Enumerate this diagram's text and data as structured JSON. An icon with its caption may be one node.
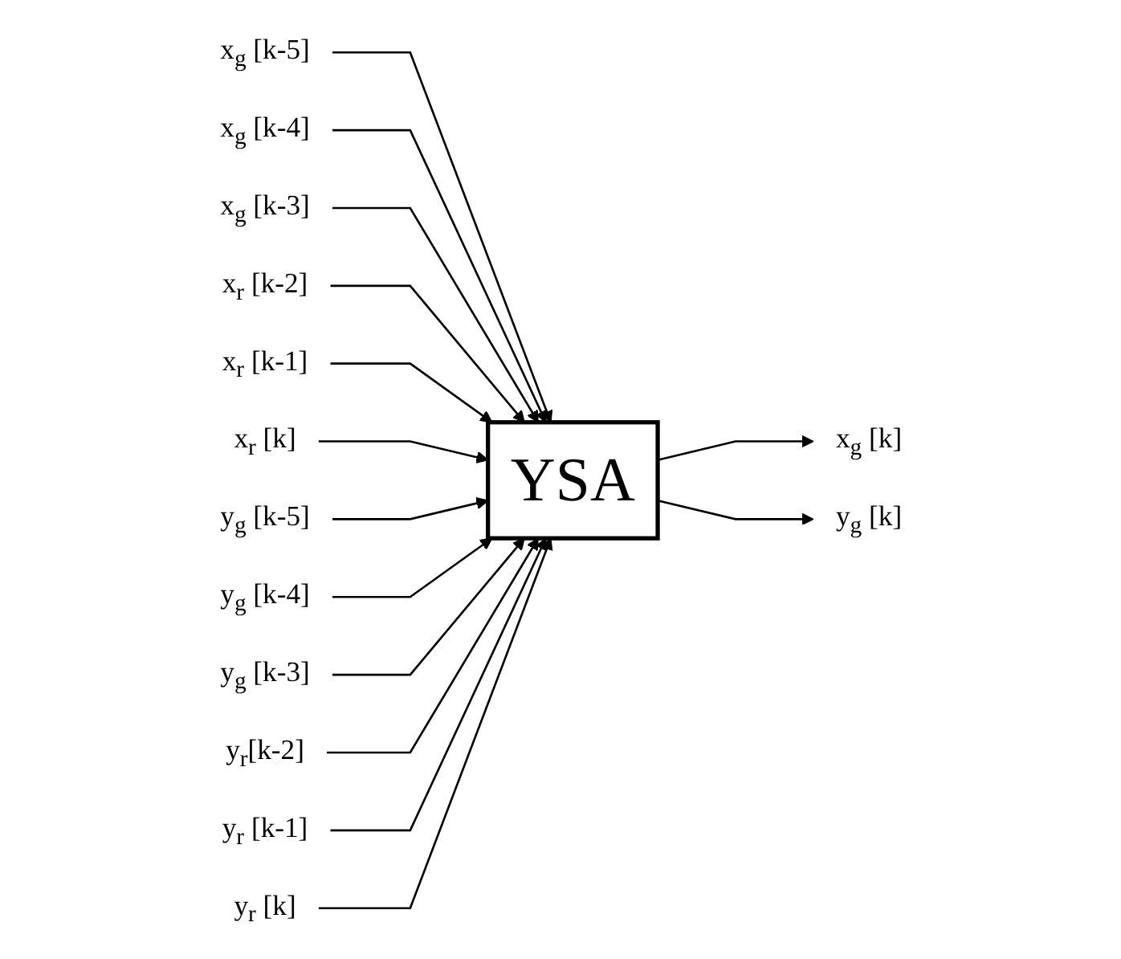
{
  "diagram": {
    "nodes": [
      {
        "text": [
          "x$_{g}$ [k-5]"
        ]
      },
      {
        "text": [
          "x$_{g}$ [k-4]"
        ]
      },
      {
        "text": [
          "x$_{g}$ [k-3]"
        ]
      },
      {
        "text": [
          "x$_{r}$ [k-2]"
        ]
      },
      {
        "text": [
          "x$_{r}$ [k-1]"
        ]
      },
      {
        "text": [
          "x$_{r}$ [k]"
        ]
      },
      {
        "text": [
          "y$_{g}$ [k-5]"
        ]
      },
      {
        "text": [
          "y$_{g}$ [k-4]"
        ]
      },
      {
        "text": [
          "y$_{g}$ [k-3]"
        ]
      },
      {
        "text": [
          "y$_{r}$[k-2]"
        ]
      },
      {
        "text": [
          "y$_{r}$ [k-1]"
        ]
      },
      {
        "text": [
          "y$_{r}$ [k]"
        ]
      },
      {
        "text": [
          "YSA"
        ]
      },
      {
        "text": [
          "x$_{g}$ [k]"
        ]
      },
      {
        "text": [
          "y$_{g}$ [k]"
        ]
      }
    ],
    "edges": [
      {
        "from": 0,
        "to": 12,
        "arrow": "to"
      },
      {
        "from": 1,
        "to": 12,
        "arrow": "to"
      },
      {
        "from": 2,
        "to": 12,
        "arrow": "to"
      },
      {
        "from": 3,
        "to": 12,
        "arrow": "to"
      },
      {
        "from": 4,
        "to": 12,
        "arrow": "to"
      },
      {
        "from": 5,
        "to": 12,
        "arrow": "to"
      },
      {
        "from": 6,
        "to": 12,
        "arrow": "to"
      },
      {
        "from": 7,
        "to": 12,
        "arrow": "to"
      },
      {
        "from": 8,
        "to": 12,
        "arrow": "to"
      },
      {
        "from": 9,
        "to": 12,
        "arrow": "to"
      },
      {
        "from": 10,
        "to": 12,
        "arrow": "to"
      },
      {
        "from": 11,
        "to": 12,
        "arrow": "to"
      },
      {
        "from": 12,
        "to": 13,
        "arrow": "to"
      },
      {
        "from": 12,
        "to": 14,
        "arrow": "to"
      }
    ]
  }
}
